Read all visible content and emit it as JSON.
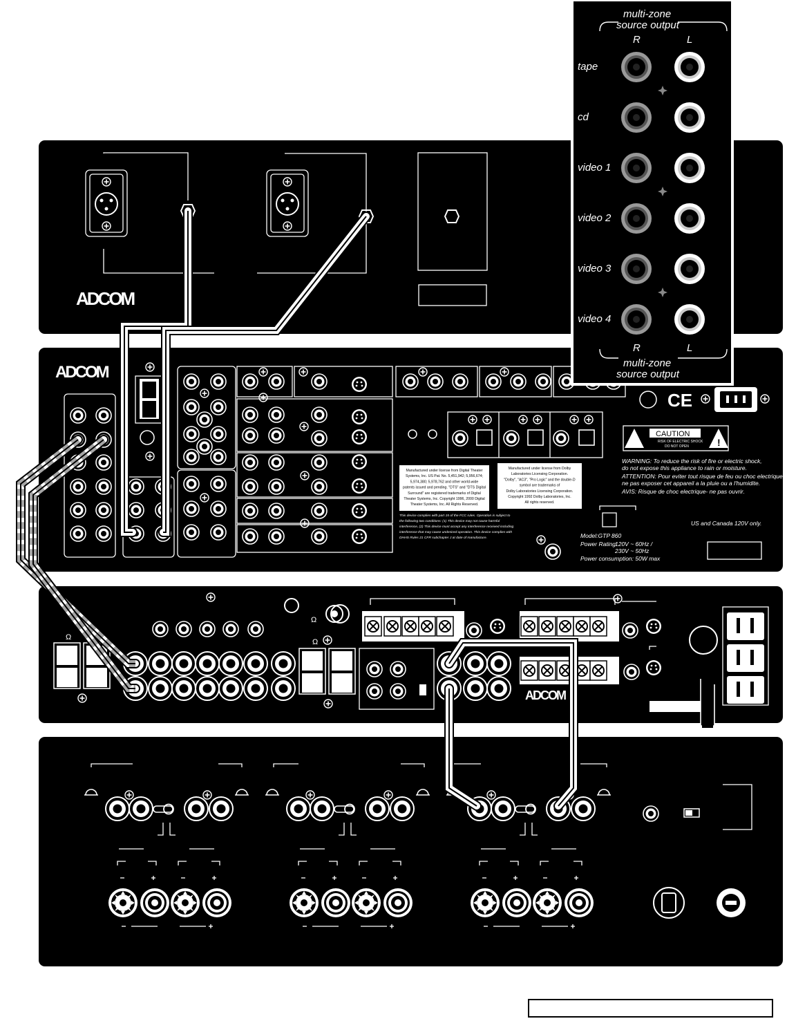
{
  "brand": {
    "name": "ADCOM"
  },
  "multizone": {
    "title_top_line1": "multi-zone",
    "title_top_line2": "source output",
    "channel_right": "R",
    "channel_left": "L",
    "sources": [
      "tape",
      "cd",
      "video 1",
      "video 2",
      "video 3",
      "video 4"
    ],
    "title_bottom_line1": "multi-zone",
    "title_bottom_line2": "source output"
  },
  "processor": {
    "model": "Model:GTP 860",
    "power_rating_label": "Power Rating:",
    "power_rating_1": "120V ~ 60Hz  /",
    "power_rating_2": "230V ~ 50Hz",
    "power_consumption": "Power consumption: 50W max",
    "region": "US and Canada 120V only.",
    "caution_title": "CAUTION",
    "caution_line1": "RISK OF ELECTRIC SHOCK",
    "caution_line2": "DO NOT OPEN",
    "warning_1": "WARNING: To reduce the risk of fire or electric shock,",
    "warning_2": "do not expose this appliance to rain or moisture.",
    "attention_1": "ATTENTION: Pour eviter tout risque de feu ou choc electrique,",
    "attention_2": "ne pas exposer cet appareil a la pluie ou a l'humidite.",
    "avis": "AVIS: Risque de choc electrique- ne pas ouvrir.",
    "dts_notice": [
      "Manufactured under license from Digital Theater",
      "Systems, Inc. US Pat. No. 5,451,942; 5,956,674;",
      "5,974,380; 5,978,762 and other world-wide",
      "patents issued and pending. \"DTS\" and \"DTS Digital",
      "Surround\" are registered trademarks of Digital",
      "Theater Systems, Inc. Copyright 1996, 2000 Digital",
      "Theater Systems, Inc. All Rights Reserved."
    ],
    "dolby_notice": [
      "Manufactured under license from Dolby",
      "Laboratories Licensing Corporation.",
      "\"Dolby\", \"AC3\", \"Pro Logic\" and the double-D",
      "symbol are trademarks of",
      "Dolby Laboratories Licensing Corporation.",
      "Copyright 1992 Dolby Laboratories, Inc.",
      "All rights reserved."
    ],
    "fcc_notice": [
      "This device complies with part 15 of the FCC rules. Operation is subject to",
      "the following two conditions: (1) This device may not cause harmful",
      "interference, (2) This device must accept any interference received including",
      "interference that may cause undesired operation. This device complies with",
      "DHHS Rules 21 CFR subchapter J at date of manufacture."
    ],
    "cert_mark_1": "CE"
  },
  "amplifier": {
    "ohm_symbol": "Ω"
  },
  "colors": {
    "panel": "#000000",
    "cable": "#ffffff",
    "label_box": "#ffffff"
  }
}
